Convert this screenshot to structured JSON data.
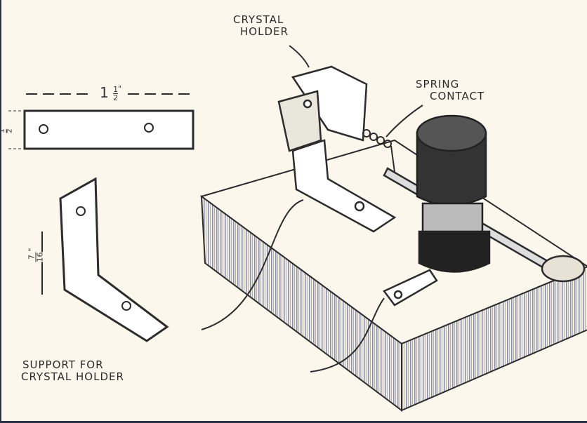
{
  "labels": {
    "crystal_holder": [
      "CRYSTAL",
      "HOLDER"
    ],
    "spring_contact": [
      "SPRING",
      "CONTACT"
    ],
    "support": [
      "SUPPORT FOR",
      "CRYSTAL HOLDER"
    ]
  },
  "dimensions": {
    "length": {
      "whole": "1",
      "num": "1",
      "den": "2",
      "unit": "\""
    },
    "width": {
      "num": "1",
      "den": "2"
    },
    "bend": {
      "num": "7",
      "den": "16",
      "unit": "\""
    }
  },
  "colors": {
    "paper": "#fbf7ec",
    "ink": "#2c2c2c"
  }
}
